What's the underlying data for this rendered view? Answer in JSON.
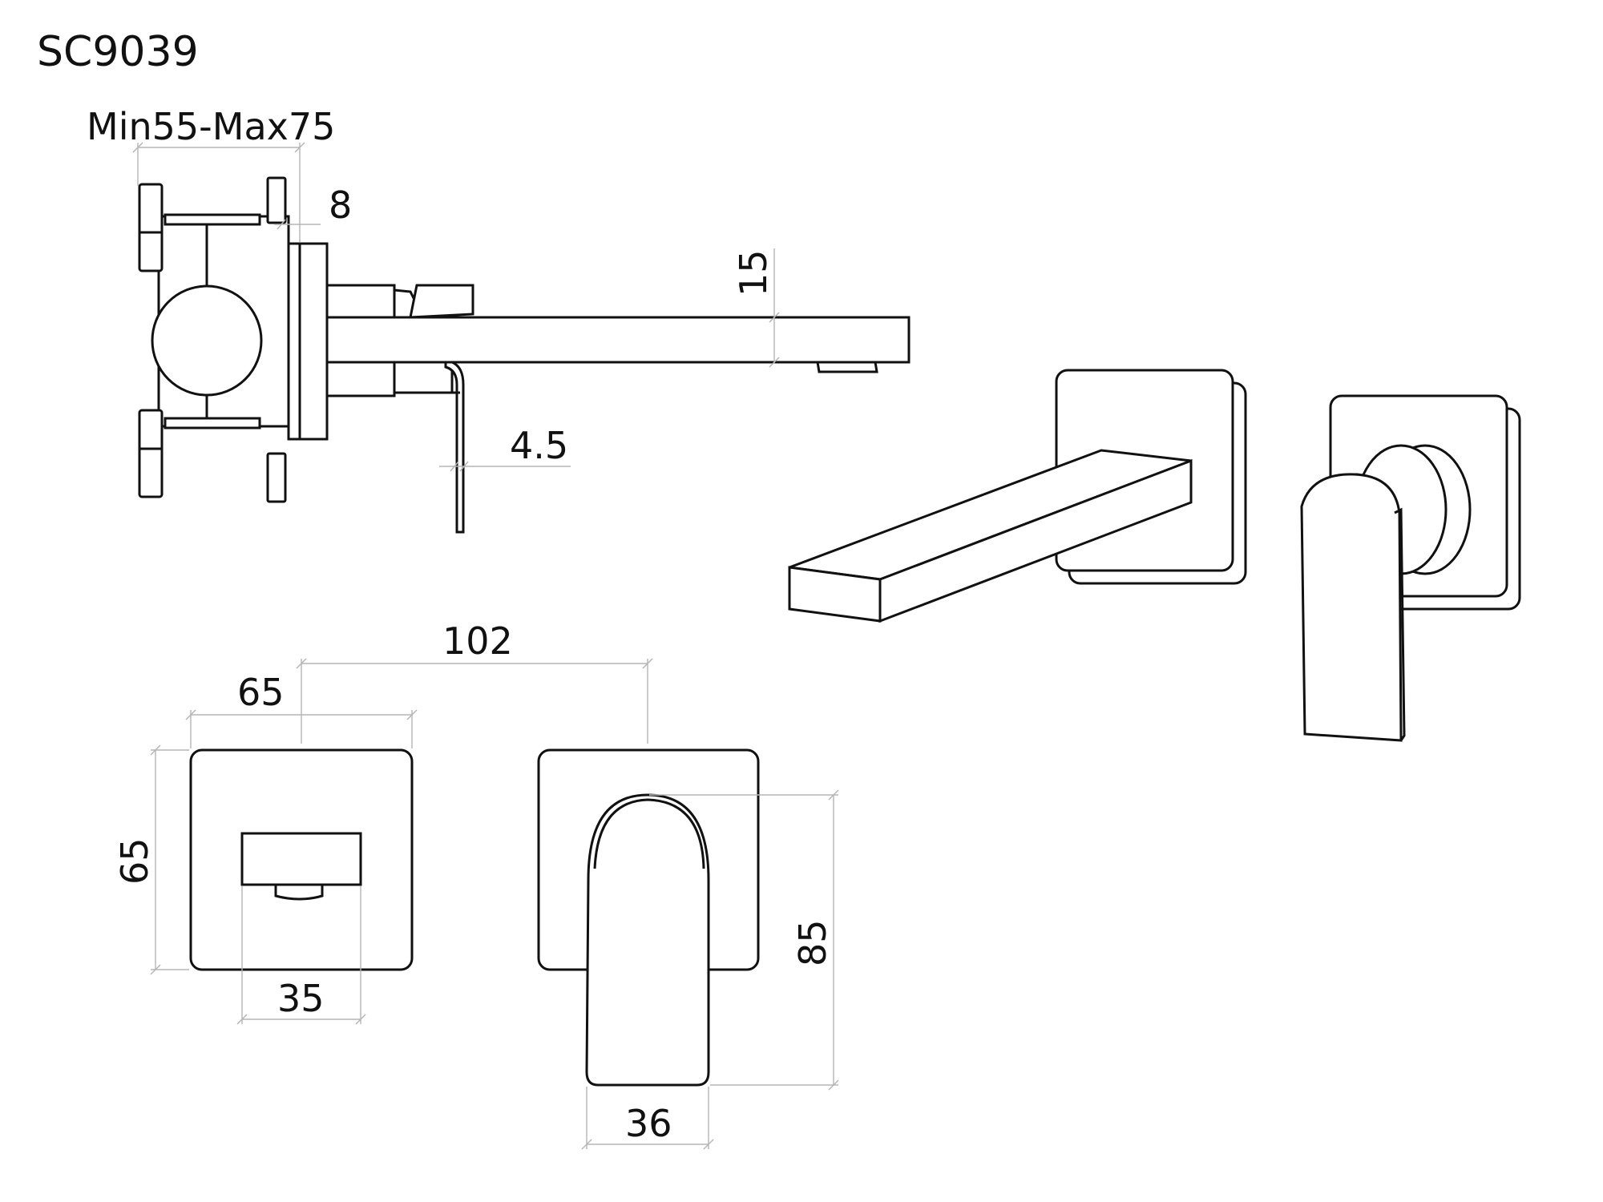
{
  "model_code": "SC9039",
  "dimensions": {
    "wall_depth": "Min55-Max75",
    "plate_thickness": "8",
    "spout_height": "15",
    "lever_thickness": "4.5",
    "center_distance": "102",
    "plate_width": "65",
    "plate_height": "65",
    "spout_width": "35",
    "lever_height": "85",
    "lever_width": "36"
  },
  "colors": {
    "ink": "#111111",
    "dimension_line": "#b5b5b5",
    "background": "#ffffff"
  }
}
